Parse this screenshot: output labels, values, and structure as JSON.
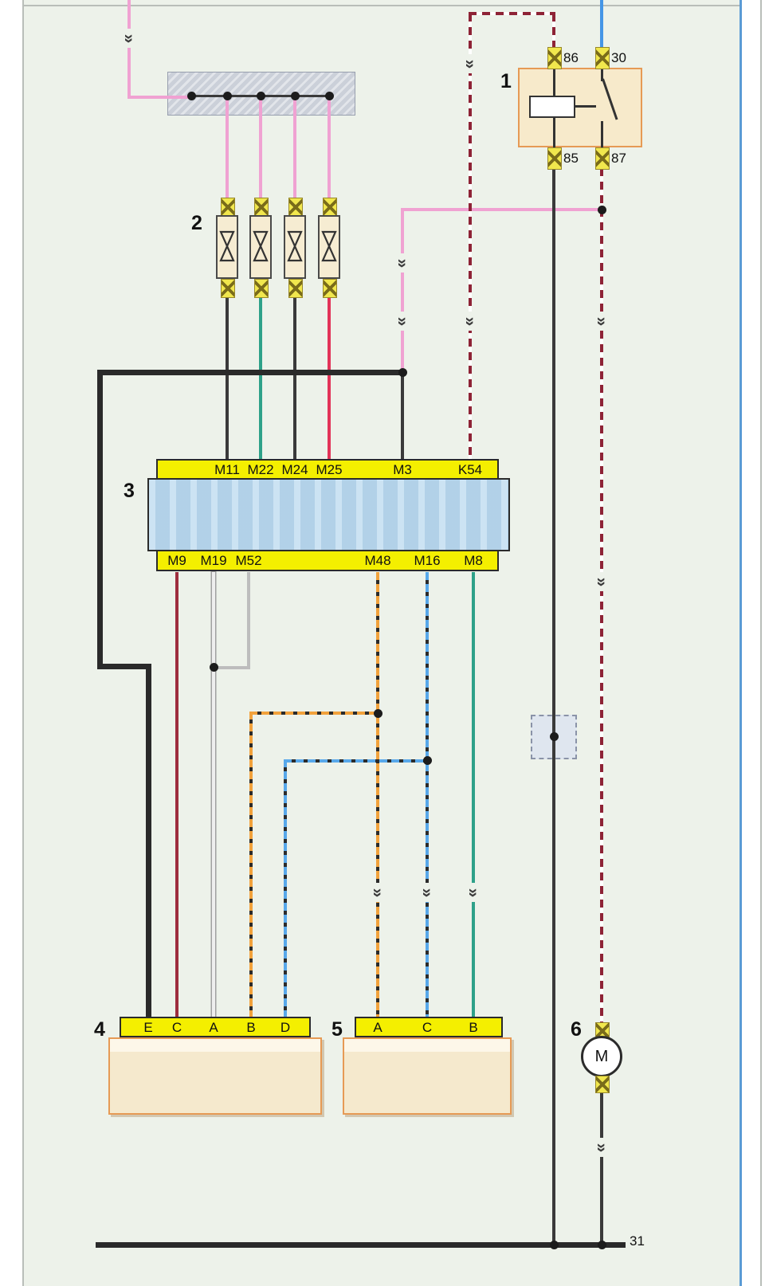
{
  "diagram": {
    "ground_label": "31",
    "relay": {
      "number": "1",
      "terminal_86": "86",
      "terminal_30": "30",
      "terminal_85": "85",
      "terminal_87": "87"
    },
    "injector_group": {
      "number": "2"
    },
    "ecu": {
      "number": "3",
      "top_terminals": [
        "M11",
        "M22",
        "M24",
        "M25",
        "M3",
        "K54"
      ],
      "bottom_terminals": [
        "M9",
        "M19",
        "M52",
        "M48",
        "M16",
        "M8"
      ]
    },
    "connector_4": {
      "number": "4",
      "terminals": [
        "E",
        "C",
        "A",
        "B",
        "D"
      ]
    },
    "connector_5": {
      "number": "5",
      "terminals": [
        "A",
        "C",
        "B"
      ]
    },
    "motor": {
      "number": "6",
      "symbol": "M"
    }
  },
  "icons": {
    "flow_arrow": "»"
  },
  "colors": {
    "pink_wire": "#f0a2d2",
    "dark_red_white_dashed": "#8e2336",
    "blue_wire": "#4596e6",
    "black_wire": "#3a3a3a",
    "teal_wire": "#2ea189",
    "red_wire": "#e23358",
    "dark_red_wire": "#9e2d3e",
    "white_wire": "#eeeeee",
    "gray_wire": "#bdbdbd",
    "orange_black_dashed": "#f2a23c",
    "blue_black_dashed": "#58a8ea",
    "terminal_strip_yellow": "#f4ef00",
    "ecu_body_blue": "#b9d8ee",
    "component_tan": "#f5e9cd",
    "canvas": "#edf2ea"
  }
}
